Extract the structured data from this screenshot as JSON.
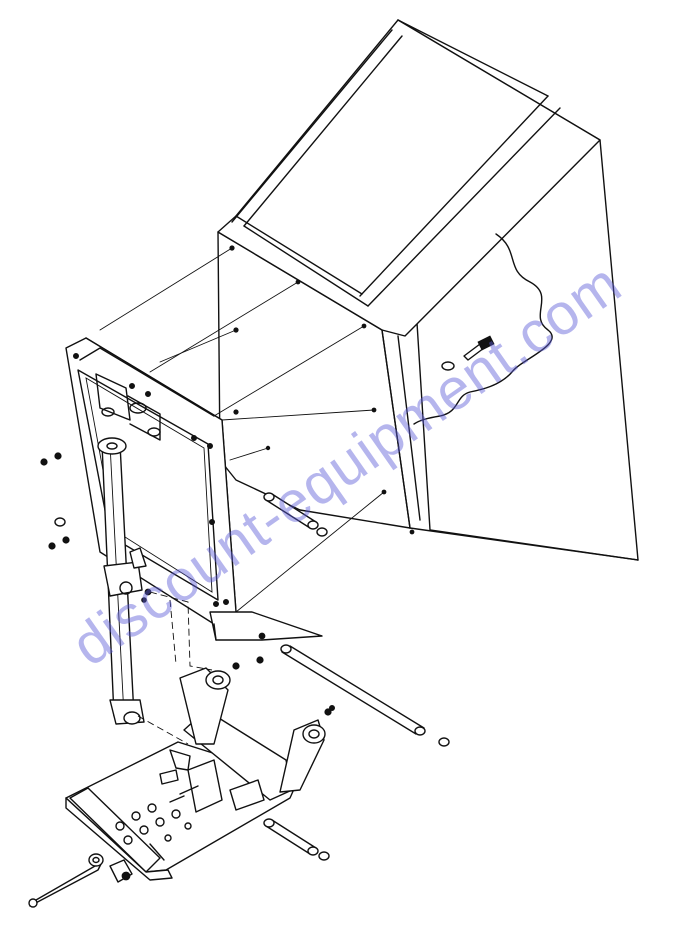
{
  "watermark": {
    "text": "discount-equipment.com",
    "color": "#5b5bd6"
  },
  "parts": [
    {
      "name": "hopper-chute"
    },
    {
      "name": "mounting-frame"
    },
    {
      "name": "hydraulic-cylinder"
    },
    {
      "name": "base-bracket"
    },
    {
      "name": "long-pin"
    },
    {
      "name": "short-pin"
    },
    {
      "name": "bolt"
    },
    {
      "name": "nut"
    },
    {
      "name": "washer"
    },
    {
      "name": "grease-fitting"
    }
  ]
}
